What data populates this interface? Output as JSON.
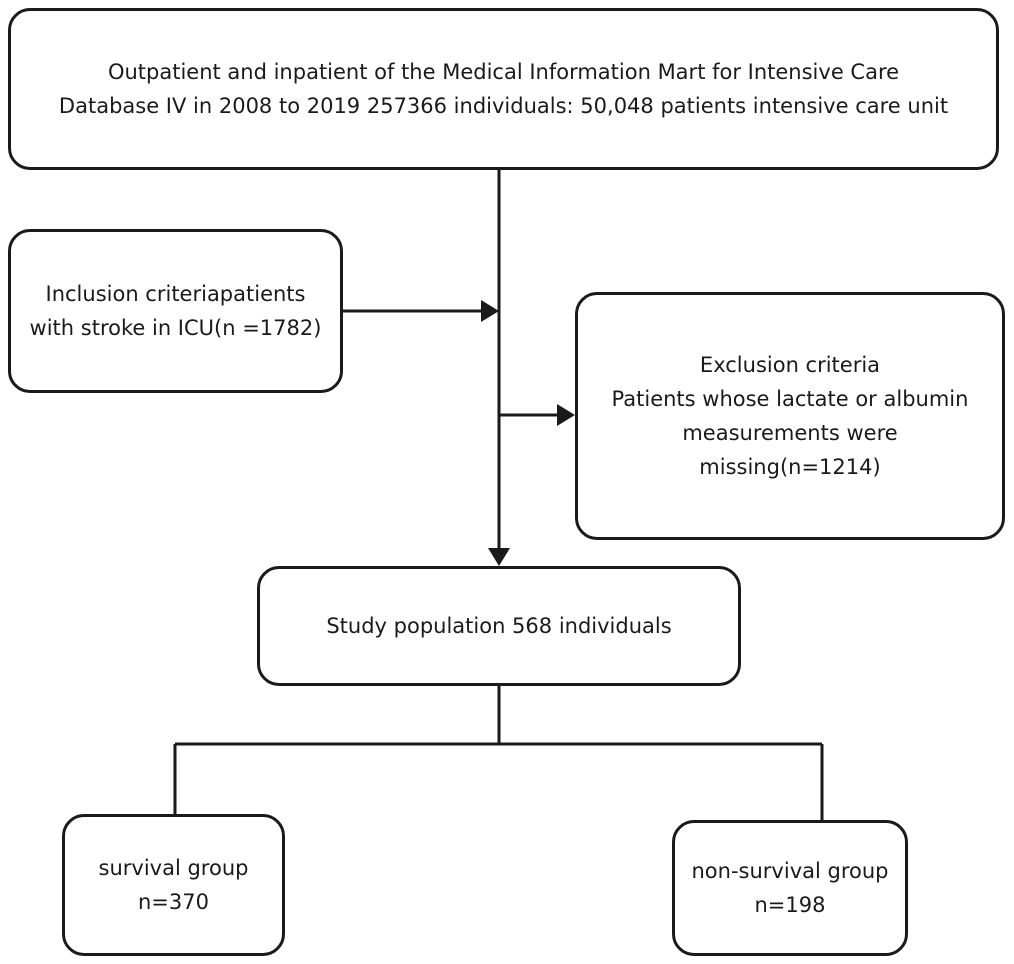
{
  "boxes": {
    "source": {
      "lines": [
        "Outpatient and inpatient of the Medical Information Mart for Intensive Care",
        "Database IV in 2008 to 2019  257366 individuals: 50,048 patients intensive care unit"
      ]
    },
    "inclusion": {
      "lines": [
        "Inclusion criteriapatients",
        "with stroke in ICU(n =1782)"
      ]
    },
    "exclusion": {
      "lines": [
        "Exclusion criteria",
        "Patients whose lactate or albumin",
        "measurements were",
        "missing(n=1214)"
      ]
    },
    "study": {
      "lines": [
        "Study population 568 individuals"
      ]
    },
    "survival": {
      "lines": [
        "survival group",
        "n=370"
      ]
    },
    "nonsurvival": {
      "lines": [
        "non-survival group",
        "n=198"
      ]
    }
  },
  "colors": {
    "stroke": "#1a1a1a",
    "background": "#ffffff"
  }
}
